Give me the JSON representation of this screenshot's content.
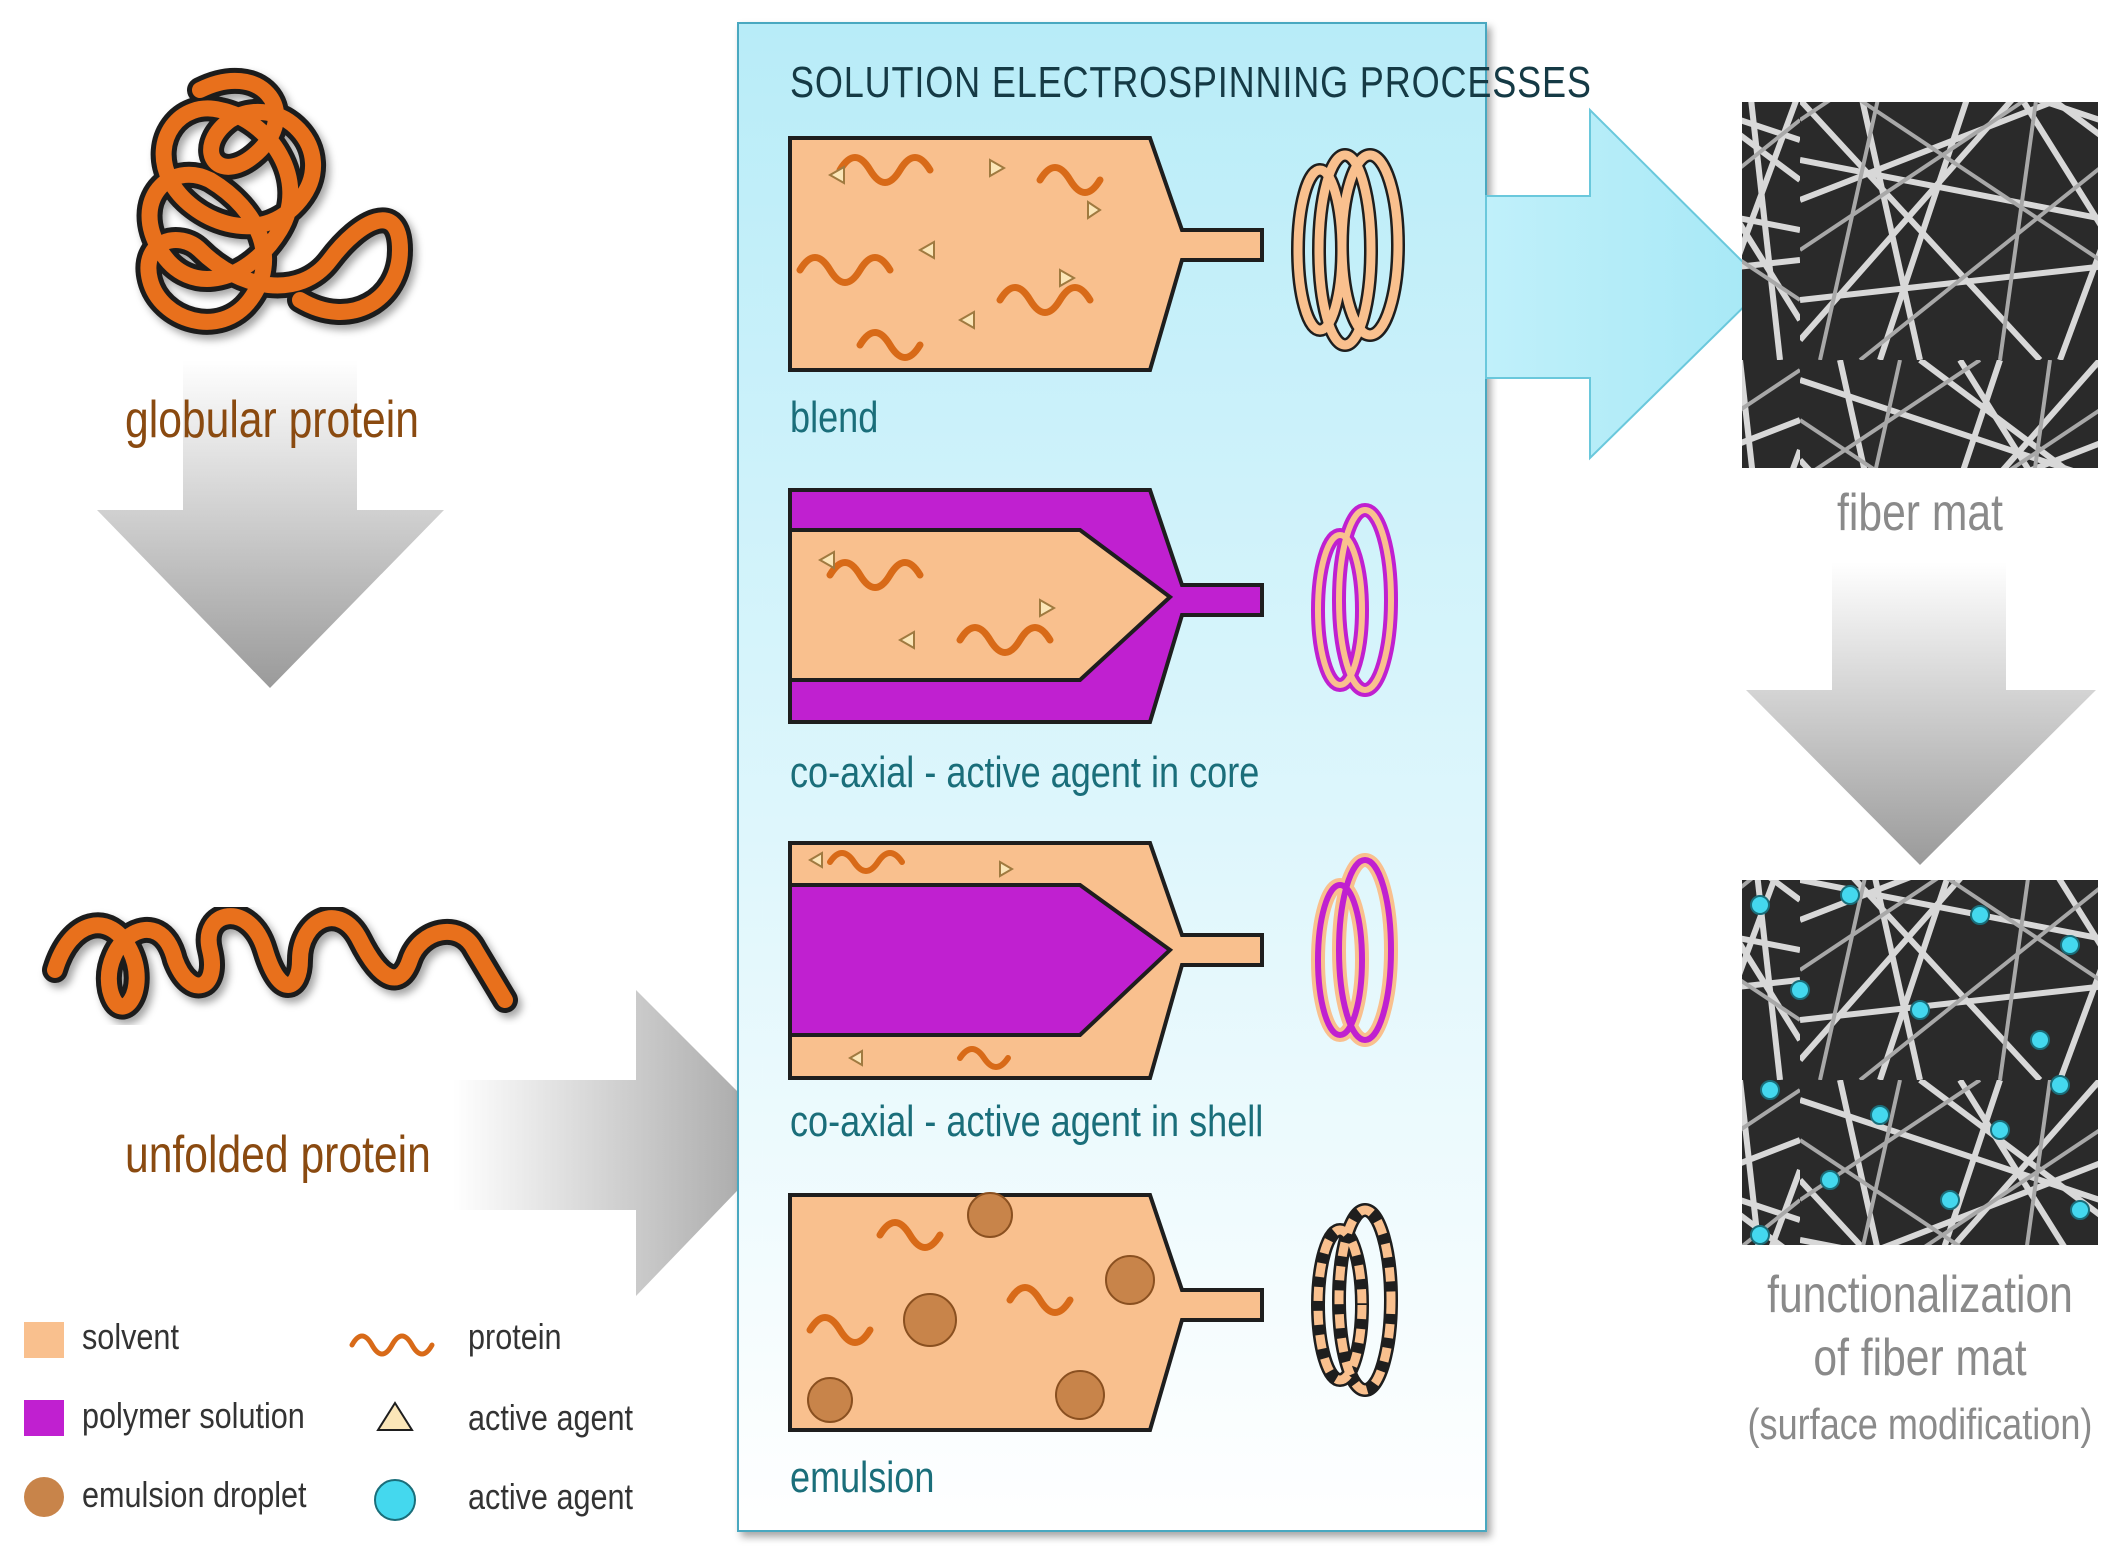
{
  "colors": {
    "solvent": "#f9c08e",
    "polymer": "#c020d0",
    "droplet": "#c8844a",
    "protein": "#e0701a",
    "active_triangle": "#fbe6b8",
    "active_dot": "#44d8ee",
    "panel": "#cdf2fa",
    "label_brown": "#8a4a10",
    "label_teal": "#1a6e7a",
    "label_grey": "#8a8a8a"
  },
  "left": {
    "globular_label": "globular protein",
    "unfolded_label": "unfolded protein"
  },
  "panel": {
    "title": "SOLUTION ELECTROSPINNING PROCESSES",
    "processes": [
      {
        "label": "blend"
      },
      {
        "label": "co-axial - active agent in core"
      },
      {
        "label": "co-axial - active agent in shell"
      },
      {
        "label": "emulsion"
      }
    ]
  },
  "right": {
    "fiber_mat_label": "fiber mat",
    "func_line1": "functionalization",
    "func_line2": "of fiber mat",
    "func_line3": "(surface modification)"
  },
  "legend": {
    "solvent": "solvent",
    "polymer": "polymer solution",
    "droplet": "emulsion droplet",
    "protein": "protein",
    "active_agent_triangle": "active agent",
    "active_agent_dot": "active agent"
  }
}
